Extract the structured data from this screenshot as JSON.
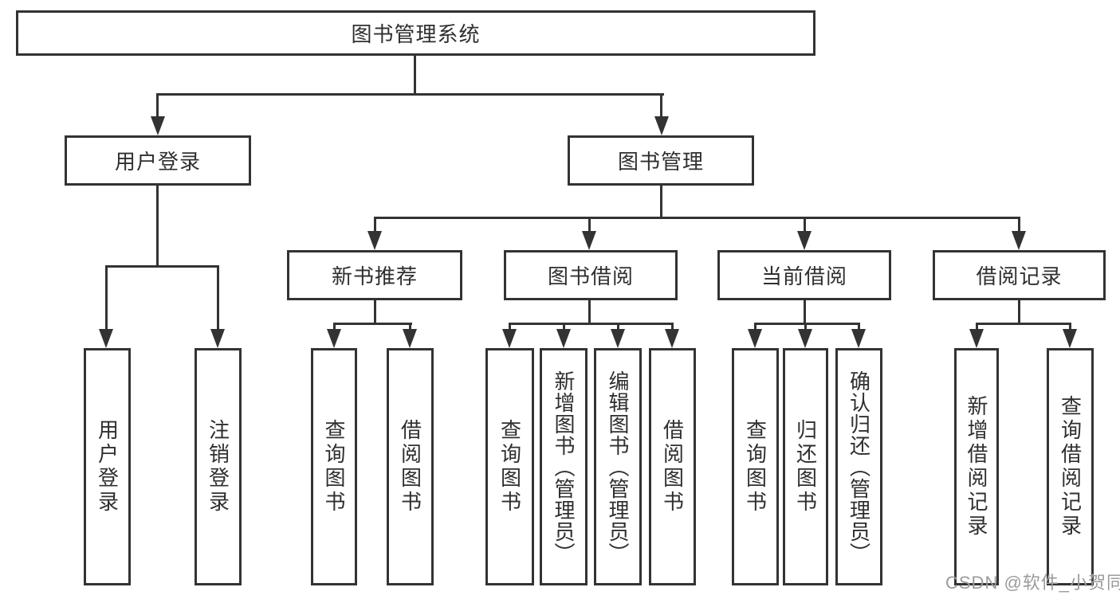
{
  "tree": {
    "label": "图书管理系统",
    "children": [
      {
        "label": "用户登录",
        "children": [
          {
            "label": "用户登录"
          },
          {
            "label": "注销登录"
          }
        ]
      },
      {
        "label": "图书管理",
        "children": [
          {
            "label": "新书推荐",
            "children": [
              {
                "label": "查询图书"
              },
              {
                "label": "借阅图书"
              }
            ]
          },
          {
            "label": "图书借阅",
            "children": [
              {
                "label": "查询图书"
              },
              {
                "label": "新增图书（管理员）"
              },
              {
                "label": "编辑图书（管理员）"
              },
              {
                "label": "借阅图书"
              }
            ]
          },
          {
            "label": "当前借阅",
            "children": [
              {
                "label": "查询图书"
              },
              {
                "label": "归还图书"
              },
              {
                "label": "确认归还（管理员）"
              }
            ]
          },
          {
            "label": "借阅记录",
            "children": [
              {
                "label": "新增借阅记录"
              },
              {
                "label": "查询借阅记录"
              }
            ]
          }
        ]
      }
    ]
  },
  "watermark": {
    "text": "CSDN @软件_小贺同学"
  },
  "colors": {
    "line": "#333333",
    "box_border": "#333333",
    "text": "#2f2f2f",
    "watermark": "#9b9b9b",
    "background": "#ffffff"
  }
}
